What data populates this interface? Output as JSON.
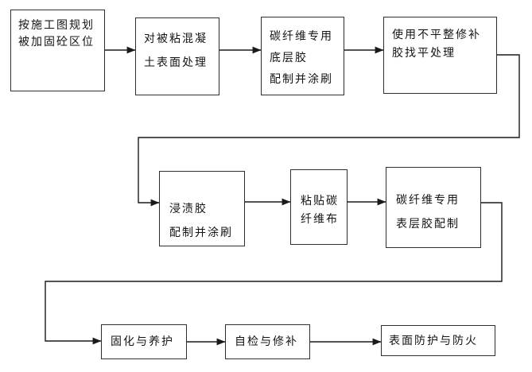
{
  "flowchart": {
    "title": "",
    "colors": {
      "background": "#ffffff",
      "box_border": "#2e2e2e",
      "line": "#1a1a1a",
      "text": "#141414"
    },
    "nodes": [
      {
        "id": "plan-reinforcement-area",
        "label": "按施工图规划\n被加固砼区位"
      },
      {
        "id": "concrete-surface-treatment",
        "label": "对被粘混凝\n土表面处理"
      },
      {
        "id": "primer-adhesive",
        "label": "碳纤维专用\n底层胶\n配制并涂刷"
      },
      {
        "id": "leveling-repair",
        "label": "使用不平整修补\n胶找平处理"
      },
      {
        "id": "impregnating-adhesive",
        "label": "浸渍胶\n配制并涂刷"
      },
      {
        "id": "paste-carbon-fiber-cloth",
        "label": "粘贴碳\n纤维布"
      },
      {
        "id": "top-coat-adhesive",
        "label": "碳纤维专用\n表层胶配制"
      },
      {
        "id": "curing-and-maintenance",
        "label": "固化与养护"
      },
      {
        "id": "self-check-and-repair",
        "label": "自检与修补"
      },
      {
        "id": "surface-protection-fireproof",
        "label": "表面防护与防火"
      }
    ],
    "edges": [
      {
        "from": "plan-reinforcement-area",
        "to": "concrete-surface-treatment"
      },
      {
        "from": "concrete-surface-treatment",
        "to": "primer-adhesive"
      },
      {
        "from": "primer-adhesive",
        "to": "leveling-repair"
      },
      {
        "from": "leveling-repair",
        "to": "impregnating-adhesive"
      },
      {
        "from": "impregnating-adhesive",
        "to": "paste-carbon-fiber-cloth"
      },
      {
        "from": "paste-carbon-fiber-cloth",
        "to": "top-coat-adhesive"
      },
      {
        "from": "top-coat-adhesive",
        "to": "curing-and-maintenance"
      },
      {
        "from": "curing-and-maintenance",
        "to": "self-check-and-repair"
      },
      {
        "from": "self-check-and-repair",
        "to": "surface-protection-fireproof"
      }
    ]
  }
}
